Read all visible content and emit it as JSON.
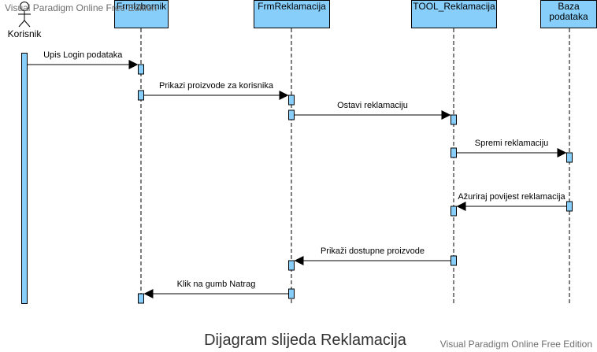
{
  "watermark": "Visual Paradigm Online Free Edition",
  "caption": "Dijagram slijeda Reklamacija",
  "colors": {
    "box_fill": "#87cefa",
    "box_stroke": "#000000",
    "line": "#000000"
  },
  "actor": {
    "name": "Korisnik",
    "icon": "stick-figure-icon"
  },
  "participants": [
    {
      "id": "frmizbornik",
      "label": "FrmIzbornik"
    },
    {
      "id": "frmreklamacija",
      "label": "FrmReklamacija"
    },
    {
      "id": "tool",
      "label": "TOOL_Reklamacija"
    },
    {
      "id": "baza",
      "label": "Baza podataka"
    }
  ],
  "messages": [
    {
      "from": "actor",
      "to": "frmizbornik",
      "label": "Upis Login podataka"
    },
    {
      "from": "frmizbornik",
      "to": "frmreklamacija",
      "label": "Prikazi proizvode za korisnika"
    },
    {
      "from": "frmreklamacija",
      "to": "tool",
      "label": "Ostavi reklamaciju"
    },
    {
      "from": "tool",
      "to": "baza",
      "label": "Spremi reklamaciju"
    },
    {
      "from": "baza",
      "to": "tool",
      "label": "Ažuriraj povijest reklamacija"
    },
    {
      "from": "tool",
      "to": "frmreklamacija",
      "label": "Prikaži dostupne proizvode"
    },
    {
      "from": "frmreklamacija",
      "to": "frmizbornik",
      "label": "Klik na gumb Natrag"
    }
  ]
}
